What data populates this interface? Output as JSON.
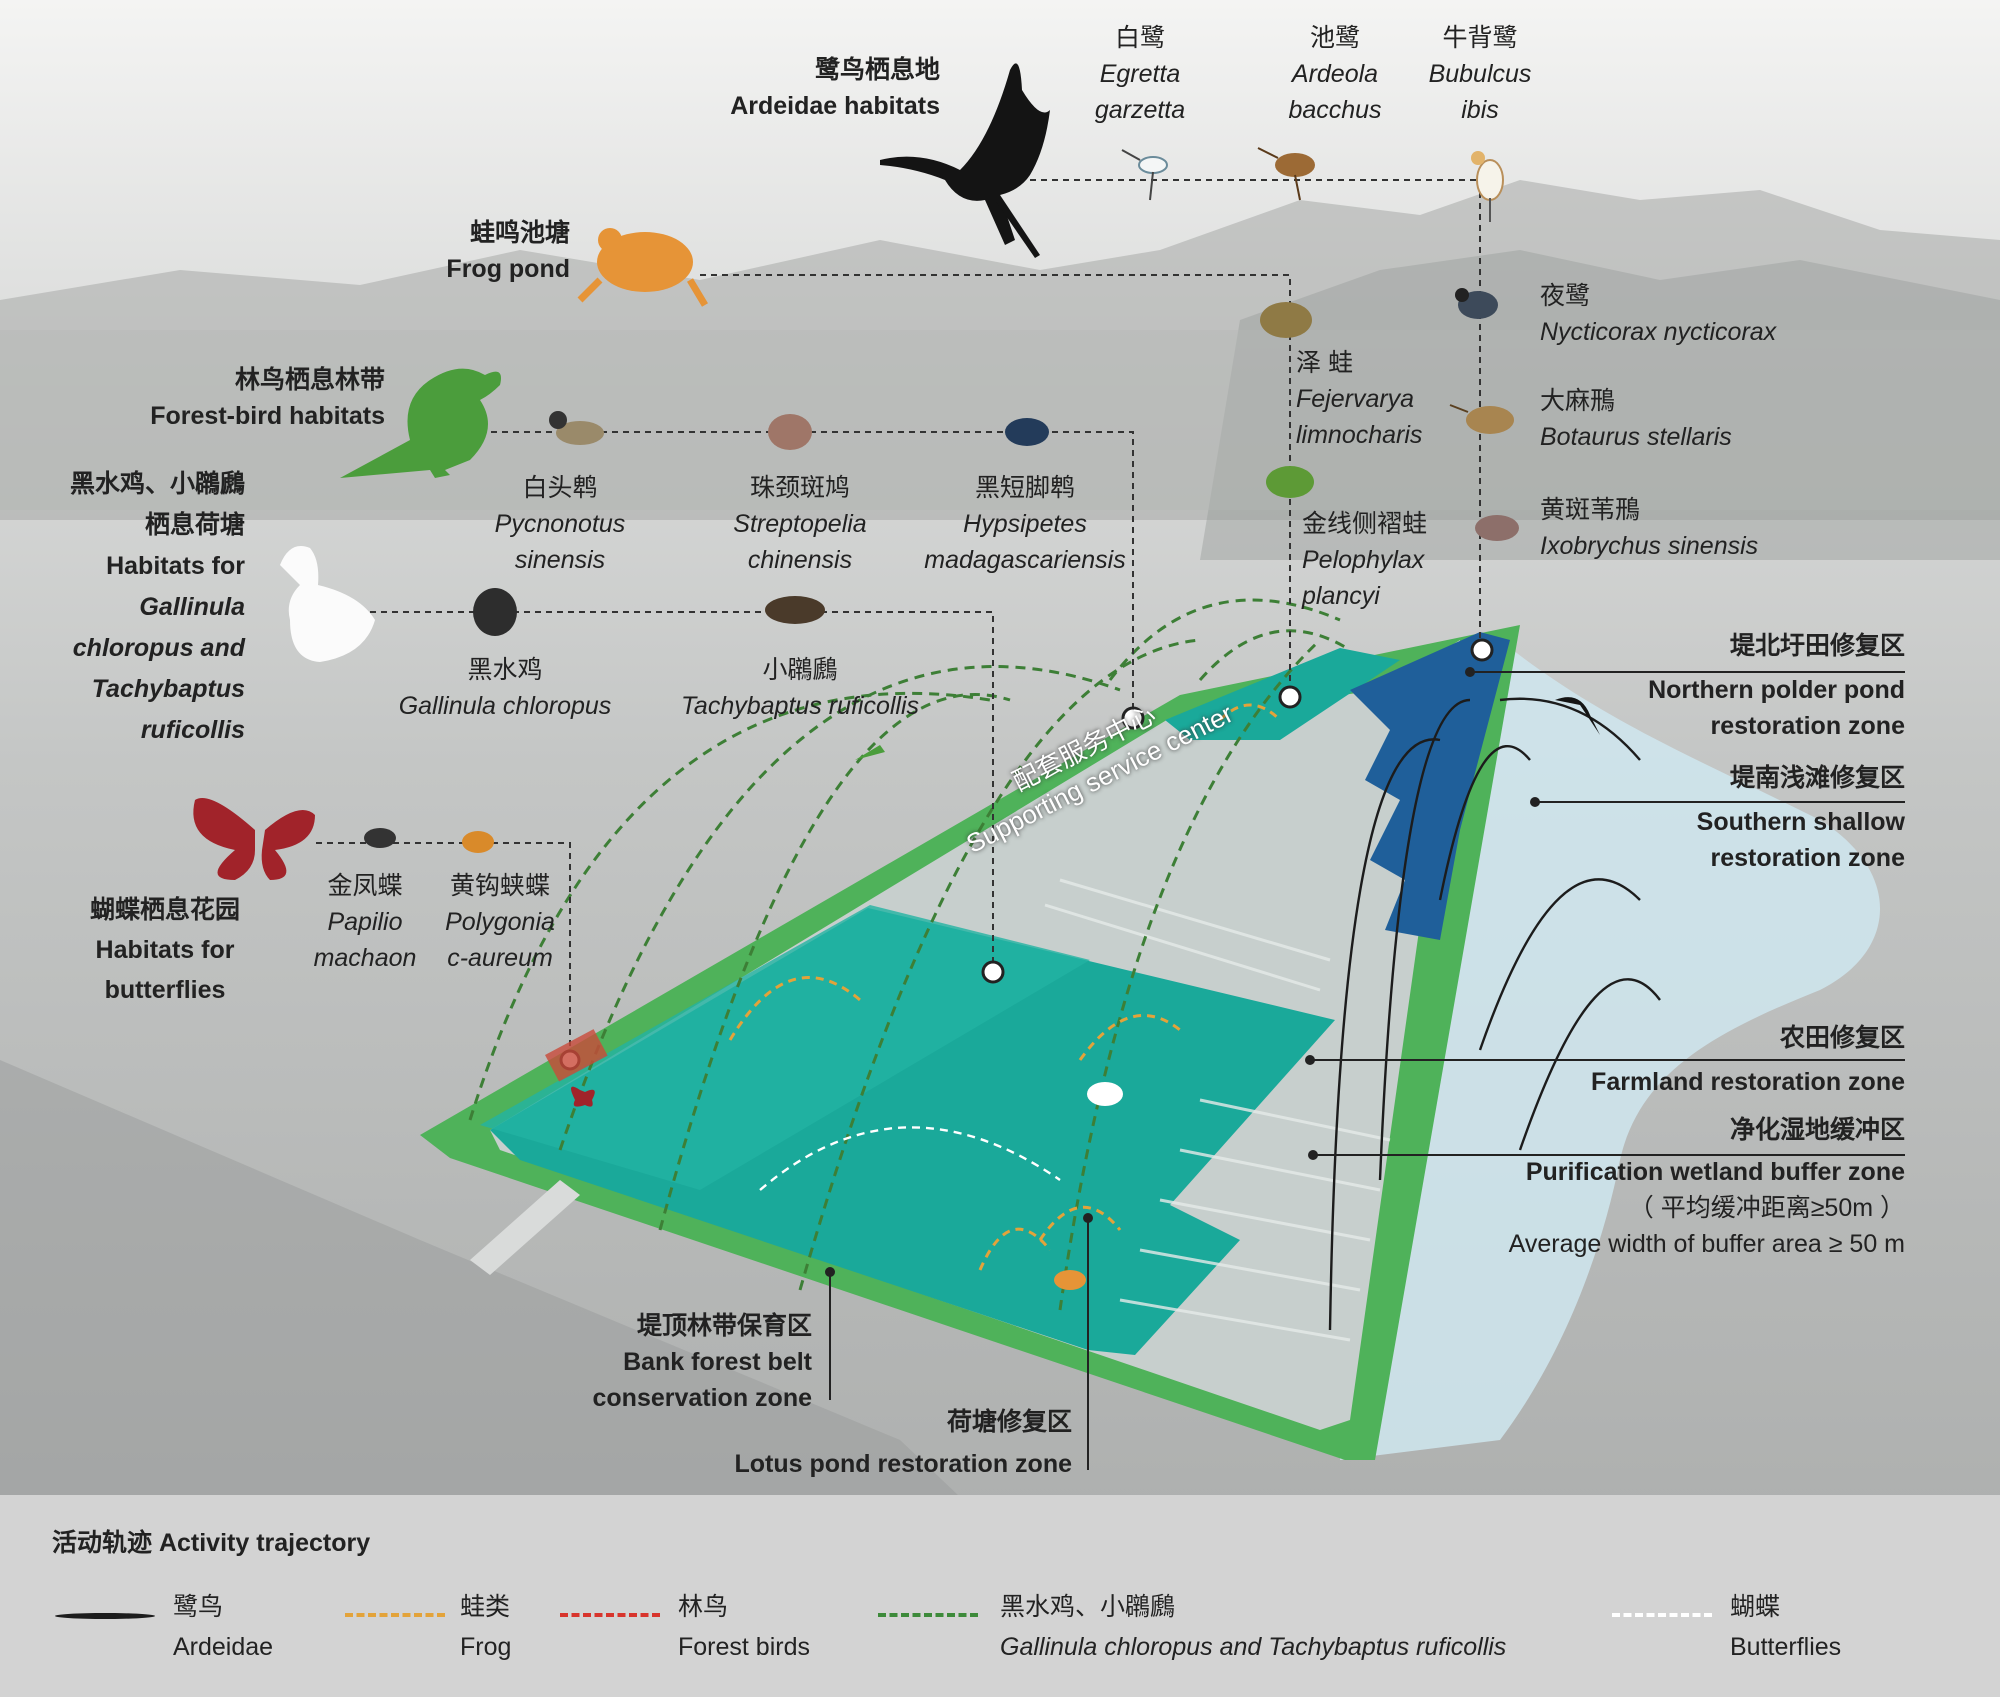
{
  "ardeidae": {
    "zh": "鹭鸟栖息地",
    "en": "Ardeidae habitats"
  },
  "frog_pond": {
    "zh": "蛙鸣池塘",
    "en": "Frog pond"
  },
  "forest_bird": {
    "zh": "林鸟栖息林带",
    "en": "Forest-bird habitats"
  },
  "gallinula_habitat": {
    "zh1": "黑水鸡、小鸊鷉",
    "zh2": "栖息荷塘",
    "en1": "Habitats for",
    "en2": "Gallinula",
    "en3": "chloropus and",
    "en4": "Tachybaptus",
    "en5": "ruficollis"
  },
  "butterfly_habitat": {
    "zh": "蝴蝶栖息花园",
    "en1": "Habitats for",
    "en2": "butterflies"
  },
  "species": {
    "egretta": {
      "zh": "白鹭",
      "la1": "Egretta",
      "la2": "garzetta"
    },
    "ardeola": {
      "zh": "池鹭",
      "la1": "Ardeola",
      "la2": "bacchus"
    },
    "bubulcus": {
      "zh": "牛背鹭",
      "la1": "Bubulcus",
      "la2": "ibis"
    },
    "nycticorax": {
      "zh": "夜鹭",
      "la": "Nycticorax nycticorax"
    },
    "botaurus": {
      "zh": "大麻鳽",
      "la": "Botaurus stellaris"
    },
    "ixobrychus": {
      "zh": "黄斑苇鳽",
      "la": "Ixobrychus sinensis"
    },
    "fejervarya": {
      "zh": "泽 蛙",
      "la1": "Fejervarya",
      "la2": "limnocharis"
    },
    "pelophylax": {
      "zh": "金线侧褶蛙",
      "la1": "Pelophylax",
      "la2": "plancyi"
    },
    "pycnonotus": {
      "zh": "白头鹎",
      "la1": "Pycnonotus",
      "la2": "sinensis"
    },
    "streptopelia": {
      "zh": "珠颈斑鸠",
      "la1": "Streptopelia",
      "la2": "chinensis"
    },
    "hypsipetes": {
      "zh": "黑短脚鹎",
      "la1": "Hypsipetes",
      "la2": "madagascariensis"
    },
    "gallinula": {
      "zh": "黑水鸡",
      "la": "Gallinula chloropus"
    },
    "tachybaptus": {
      "zh": "小鸊鷉",
      "la": "Tachybaptus ruficollis"
    },
    "papilio": {
      "zh": "金凤蝶",
      "la1": "Papilio",
      "la2": "machaon"
    },
    "polygonia": {
      "zh": "黄钩蛱蝶",
      "la1": "Polygonia",
      "la2": "c-aureum"
    }
  },
  "zones": {
    "northern": {
      "zh": "堤北圩田修复区",
      "en1": "Northern polder pond",
      "en2": "restoration zone"
    },
    "southern": {
      "zh": "堤南浅滩修复区",
      "en1": "Southern shallow",
      "en2": "restoration zone"
    },
    "farmland": {
      "zh": "农田修复区",
      "en": "Farmland restoration zone"
    },
    "purification": {
      "zh": "净化湿地缓冲区",
      "en": "Purification wetland buffer zone",
      "zh_note": "（ 平均缓冲距离≥50m ）",
      "en_note": "Average width of buffer area ≥ 50 m"
    },
    "bank": {
      "zh": "堤顶林带保育区",
      "en1": "Bank forest belt",
      "en2": "conservation zone"
    },
    "lotus": {
      "zh": "荷塘修复区",
      "en": "Lotus pond restoration zone"
    },
    "service": {
      "zh": "配套服务中心",
      "en": "Supporting service center"
    }
  },
  "legend": {
    "title": "活动轨迹  Activity trajectory",
    "items": [
      {
        "zh": "鹭鸟",
        "en": "Ardeidae",
        "color": "#1c1c1c"
      },
      {
        "zh": "蛙类",
        "en": "Frog",
        "color": "#e3a33a"
      },
      {
        "zh": "林鸟",
        "en": "Forest birds",
        "color": "#d8342c"
      },
      {
        "zh": "黑水鸡、小鸊鷉",
        "en": "Gallinula chloropus and Tachybaptus ruficollis",
        "color": "#3d8a3a"
      },
      {
        "zh": "蝴蝶",
        "en": "Butterflies",
        "color": "#ffffff"
      }
    ]
  },
  "colors": {
    "teal_pond": "#1aa99a",
    "blue_pond": "#1f5f9a",
    "bank_green": "#4fb25a",
    "water": "#cfe6ee"
  }
}
